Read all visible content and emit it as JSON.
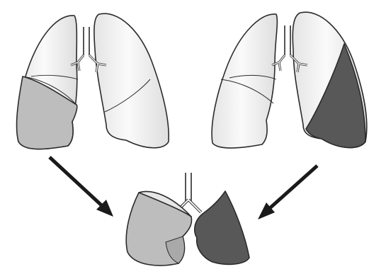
{
  "figure": {
    "description_labels": [],
    "colors": {
      "background": "#ffffff",
      "outline": "#2b2b2b",
      "lung_fill": "#f2f2f2",
      "lobe_light": "#bdbdbd",
      "lobe_dark": "#585858",
      "arrow": "#1a1a1a"
    },
    "panels": [
      "donor-lungs-left",
      "donor-lungs-right",
      "combined-lobar-graft"
    ]
  }
}
